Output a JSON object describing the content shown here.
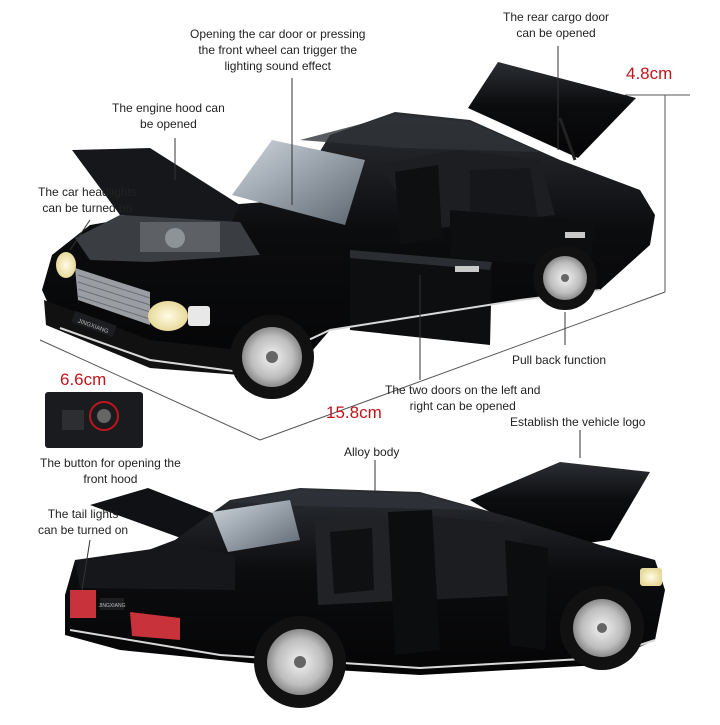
{
  "image": {
    "description_labels": {
      "door_wheel": [
        "Opening the car door or pressing",
        "the front wheel can trigger the",
        "lighting sound effect"
      ],
      "cargo_door": [
        "The rear cargo door",
        "can be opened"
      ],
      "engine_hood": [
        "The engine hood can",
        "be opened"
      ],
      "headlights": [
        "The car headlights",
        "can be turned on"
      ],
      "pull_back": "Pull back function",
      "two_doors": [
        "The two doors on the left and",
        "right can be opened"
      ],
      "vehicle_logo": "Establish the vehicle logo",
      "hood_button": [
        "The button for opening the",
        "front hood"
      ],
      "alloy_body": "Alloy body",
      "tail_lights": [
        "The tail lights",
        "can be turned on"
      ]
    },
    "dimensions": {
      "height": "4.8cm",
      "width": "6.6cm",
      "length": "15.8cm"
    },
    "plate_text": "JINGXIANG",
    "colors": {
      "car_body": "#0b0c0e",
      "dimension_text": "#c0151b",
      "label_text": "#222222",
      "dimension_lines": "#555555"
    }
  }
}
